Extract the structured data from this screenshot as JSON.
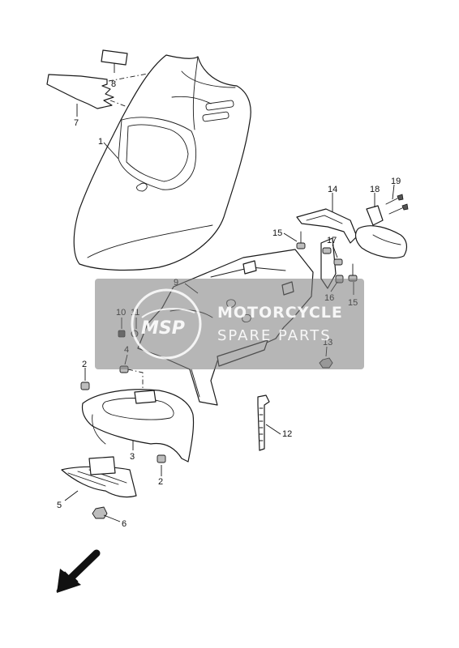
{
  "callouts": [
    {
      "id": "c8",
      "text": "8"
    },
    {
      "id": "c7",
      "text": "7"
    },
    {
      "id": "c1",
      "text": "1"
    },
    {
      "id": "c14",
      "text": "14"
    },
    {
      "id": "c18",
      "text": "18"
    },
    {
      "id": "c19",
      "text": "19"
    },
    {
      "id": "c15a",
      "text": "15"
    },
    {
      "id": "c17",
      "text": "17"
    },
    {
      "id": "c16",
      "text": "16"
    },
    {
      "id": "c15b",
      "text": "15"
    },
    {
      "id": "c9",
      "text": "9"
    },
    {
      "id": "c10",
      "text": "10"
    },
    {
      "id": "c11",
      "text": "11"
    },
    {
      "id": "c4",
      "text": "4"
    },
    {
      "id": "c13",
      "text": "13"
    },
    {
      "id": "c2a",
      "text": "2"
    },
    {
      "id": "c12",
      "text": "12"
    },
    {
      "id": "c3",
      "text": "3"
    },
    {
      "id": "c2b",
      "text": "2"
    },
    {
      "id": "c5",
      "text": "5"
    },
    {
      "id": "c6",
      "text": "6"
    }
  ],
  "watermark": {
    "line1": "MOTORCYCLE",
    "line2": "SPARE PARTS",
    "logo": "MSP"
  },
  "colors": {
    "line": "#1a1a1a",
    "watermark_band": "#7a7a7a",
    "background": "#ffffff"
  },
  "icons": {
    "direction_arrow": "front-direction-arrow-icon"
  }
}
